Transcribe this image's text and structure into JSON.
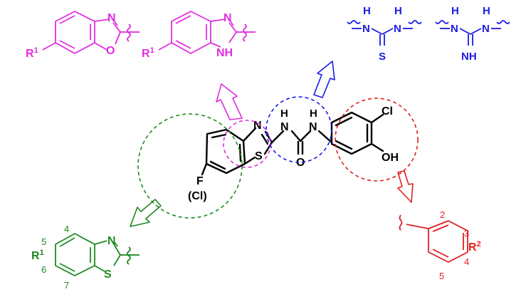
{
  "colors": {
    "magenta": "#e02de0",
    "blue": "#1a1ae6",
    "green": "#1f8a1f",
    "red": "#e02020",
    "black": "#000000"
  },
  "top_left": {
    "benzoxazole": {
      "r_label": "R",
      "r_sup": "1",
      "n": "N",
      "o": "O"
    },
    "benzimidazole": {
      "r_label": "R",
      "r_sup": "1",
      "n": "N",
      "nh": "NH"
    }
  },
  "top_right": {
    "thiourea": {
      "nh_left": "H",
      "n_left": "N",
      "nh_right": "H",
      "n_right": "N",
      "s": "S"
    },
    "guanidine": {
      "nh_left": "H",
      "n_left": "N",
      "nh_right": "H",
      "n_right": "N",
      "imine": "NH"
    }
  },
  "center": {
    "n_thiazole": "N",
    "s_thiazole": "S",
    "urea_nh_left_h": "H",
    "urea_nh_left_n": "N",
    "urea_nh_right_h": "H",
    "urea_nh_right_n": "N",
    "urea_o": "O",
    "cl": "Cl",
    "oh": "OH",
    "f": "F",
    "cl_alt": "(Cl)"
  },
  "bottom_left": {
    "r_label": "R",
    "r_sup": "1",
    "n": "N",
    "s": "S",
    "positions": [
      "4",
      "5",
      "6",
      "7"
    ]
  },
  "bottom_right": {
    "r_label": "R",
    "r_sup": "2",
    "positions": [
      "2",
      "3",
      "4",
      "5"
    ]
  }
}
